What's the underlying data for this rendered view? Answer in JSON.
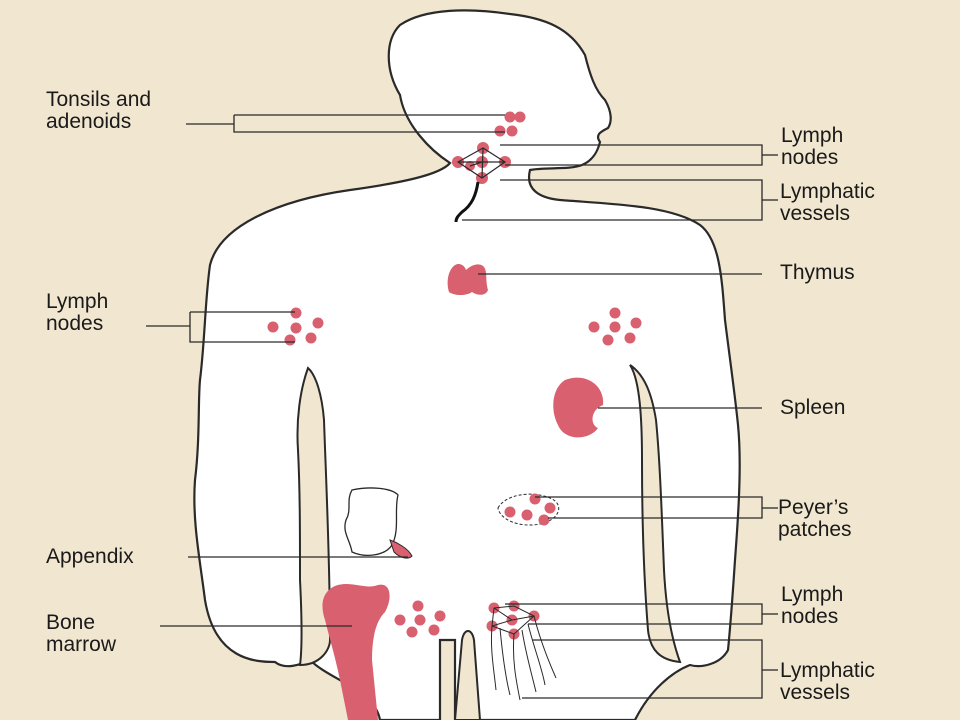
{
  "labels": {
    "tonsils_adenoids": "Tonsils and\nadenoids",
    "lymph_nodes_neck": "Lymph\nnodes",
    "lymphatic_vessels_neck": "Lymphatic\nvessels",
    "thymus": "Thymus",
    "lymph_nodes_axillary": "Lymph\nnodes",
    "spleen": "Spleen",
    "peyers_patches": "Peyer’s\npatches",
    "appendix": "Appendix",
    "bone_marrow": "Bone\nmarrow",
    "lymph_nodes_inguinal": "Lymph\nnodes",
    "lymphatic_vessels_leg": "Lymphatic\nvessels"
  },
  "colors": {
    "background": "#f1e6cf",
    "body_fill": "#ffffff",
    "outline": "#2a2a2a",
    "organ": "#d9606f"
  }
}
